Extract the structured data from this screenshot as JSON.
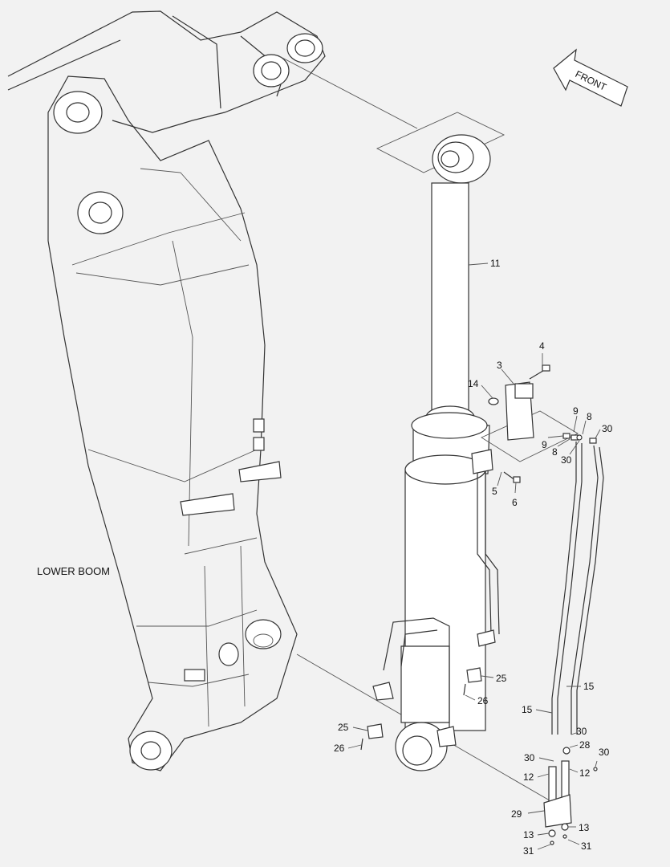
{
  "diagram": {
    "region_label": "LOWER BOOM",
    "direction_label": "FRONT",
    "callouts": [
      "11",
      "4",
      "3",
      "14",
      "9",
      "8",
      "30",
      "9",
      "8",
      "30",
      "5",
      "6",
      "25",
      "26",
      "25",
      "26",
      "15",
      "15",
      "30",
      "28",
      "30",
      "30",
      "12",
      "12",
      "29",
      "13",
      "13",
      "31",
      "31"
    ]
  }
}
